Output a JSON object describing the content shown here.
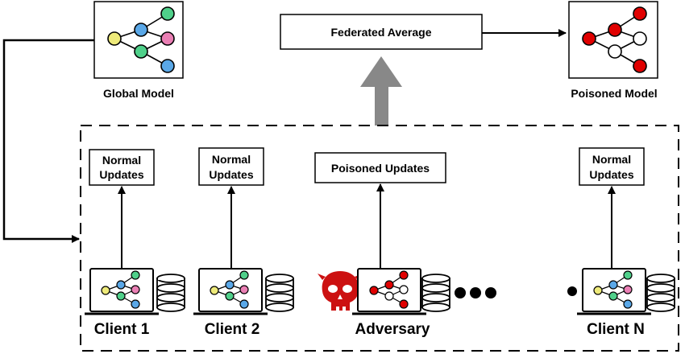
{
  "labels": {
    "global_model": "Global Model",
    "federated_average": "Federated Average",
    "poisoned_model": "Poisoned Model",
    "normal_updates_line1": "Normal",
    "normal_updates_line2": "Updates",
    "poisoned_updates": "Poisoned Updates",
    "client_1": "Client 1",
    "client_2": "Client 2",
    "adversary": "Adversary",
    "client_n": "Client N"
  },
  "colors": {
    "node_blue": "#5aa8e8",
    "node_green": "#4fd08a",
    "node_pink": "#ea7fb4",
    "node_yellow": "#eeea7a",
    "node_red": "#e00000",
    "skull_red": "#cc1111",
    "arrow_gray": "#888888"
  },
  "icons": {
    "model": "neural-network-icon",
    "database": "database-icon",
    "laptop": "laptop-icon",
    "adversary": "skull-icon"
  }
}
